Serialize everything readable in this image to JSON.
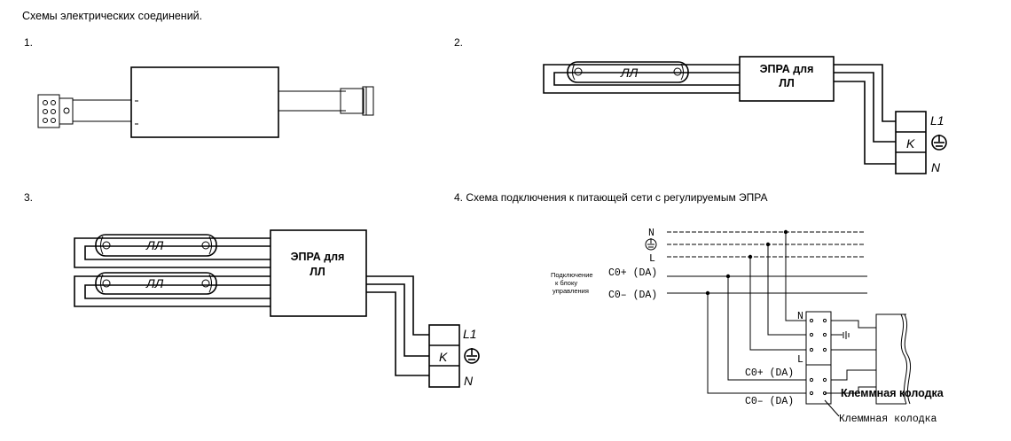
{
  "title": "Схемы электрических соединений.",
  "diagram1": {
    "number": "1."
  },
  "diagram2": {
    "number": "2.",
    "lamp_label": "ЛЛ",
    "ballast_line1": "ЭПРА для",
    "ballast_line2": "ЛЛ",
    "terminal_K": "K",
    "L1": "L1",
    "N": "N"
  },
  "diagram3": {
    "number": "3.",
    "lamp1_label": "ЛЛ",
    "lamp2_label": "ЛЛ",
    "ballast_line1": "ЭПРА для",
    "ballast_line2": "ЛЛ",
    "terminal_K": "K",
    "L1": "L1",
    "N": "N"
  },
  "diagram4": {
    "caption": "4. Схема подключения к питающей сети с регулируемым ЭПРА",
    "bus_N": "N",
    "bus_L": "L",
    "bus_co_plus": "C0+ (DA)",
    "bus_co_minus": "C0– (DA)",
    "control_note_1": "Подключение",
    "control_note_2": "к блоку",
    "control_note_3": "управления",
    "block_N": "N",
    "block_L": "L",
    "block_co_plus": "C0+ (DA)",
    "block_co_minus": "C0– (DA)",
    "terminal_block_bold": "Клеммная колодка",
    "terminal_block_mono": "Клеммная колодка"
  }
}
